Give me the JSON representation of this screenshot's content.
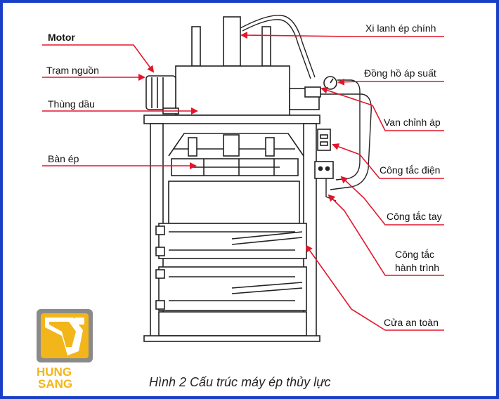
{
  "labels": {
    "motor": "Motor",
    "tram_nguon": "Trạm nguồn",
    "thung_dau": "Thùng dầu",
    "ban_ep": "Bàn ép",
    "xi_lanh": "Xi lanh ép chính",
    "dong_ho": "Đồng hồ áp suất",
    "van_chinh": "Van chỉnh áp",
    "cong_tac_dien": "Công tắc điện",
    "cong_tac_tay": "Công tắc tay",
    "cong_tac_hanh_trinh_1": "Công tắc",
    "cong_tac_hanh_trinh_2": "hành trình",
    "cua_an_toan": "Cửa an toàn"
  },
  "caption": "Hình 2 Cấu trúc máy ép thủy lực",
  "logo": {
    "line1": "HUNG",
    "line2": "SANG"
  },
  "colors": {
    "border": "#1a3fc7",
    "arrow": "#e3162b",
    "logo_yellow": "#f2b51a",
    "logo_gray": "#7a7a7a"
  }
}
